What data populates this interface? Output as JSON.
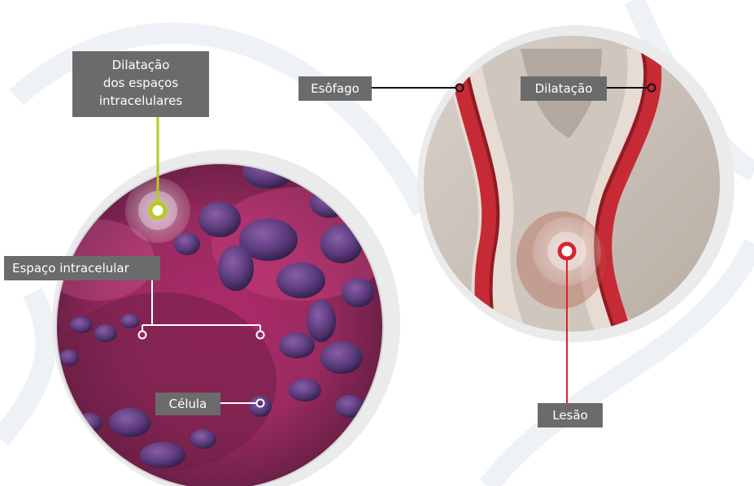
{
  "left_panel": {
    "dilatacao_label": [
      "Dilatação",
      "dos espaços",
      "intracelulares"
    ],
    "espaco_label": "Espaço intracelular",
    "celula_label": "Célula"
  },
  "right_panel": {
    "esofago_label": "Esôfago",
    "dilatacao_label": "Dilatação",
    "lesao_label": "Lesão"
  },
  "colors": {
    "label_bg": "#6b6b6b",
    "dilatation_marker": "#b5cc1a",
    "lesion_marker": "#d9232e",
    "leader_line_dark": "#111111",
    "leader_line_white": "#ffffff"
  }
}
